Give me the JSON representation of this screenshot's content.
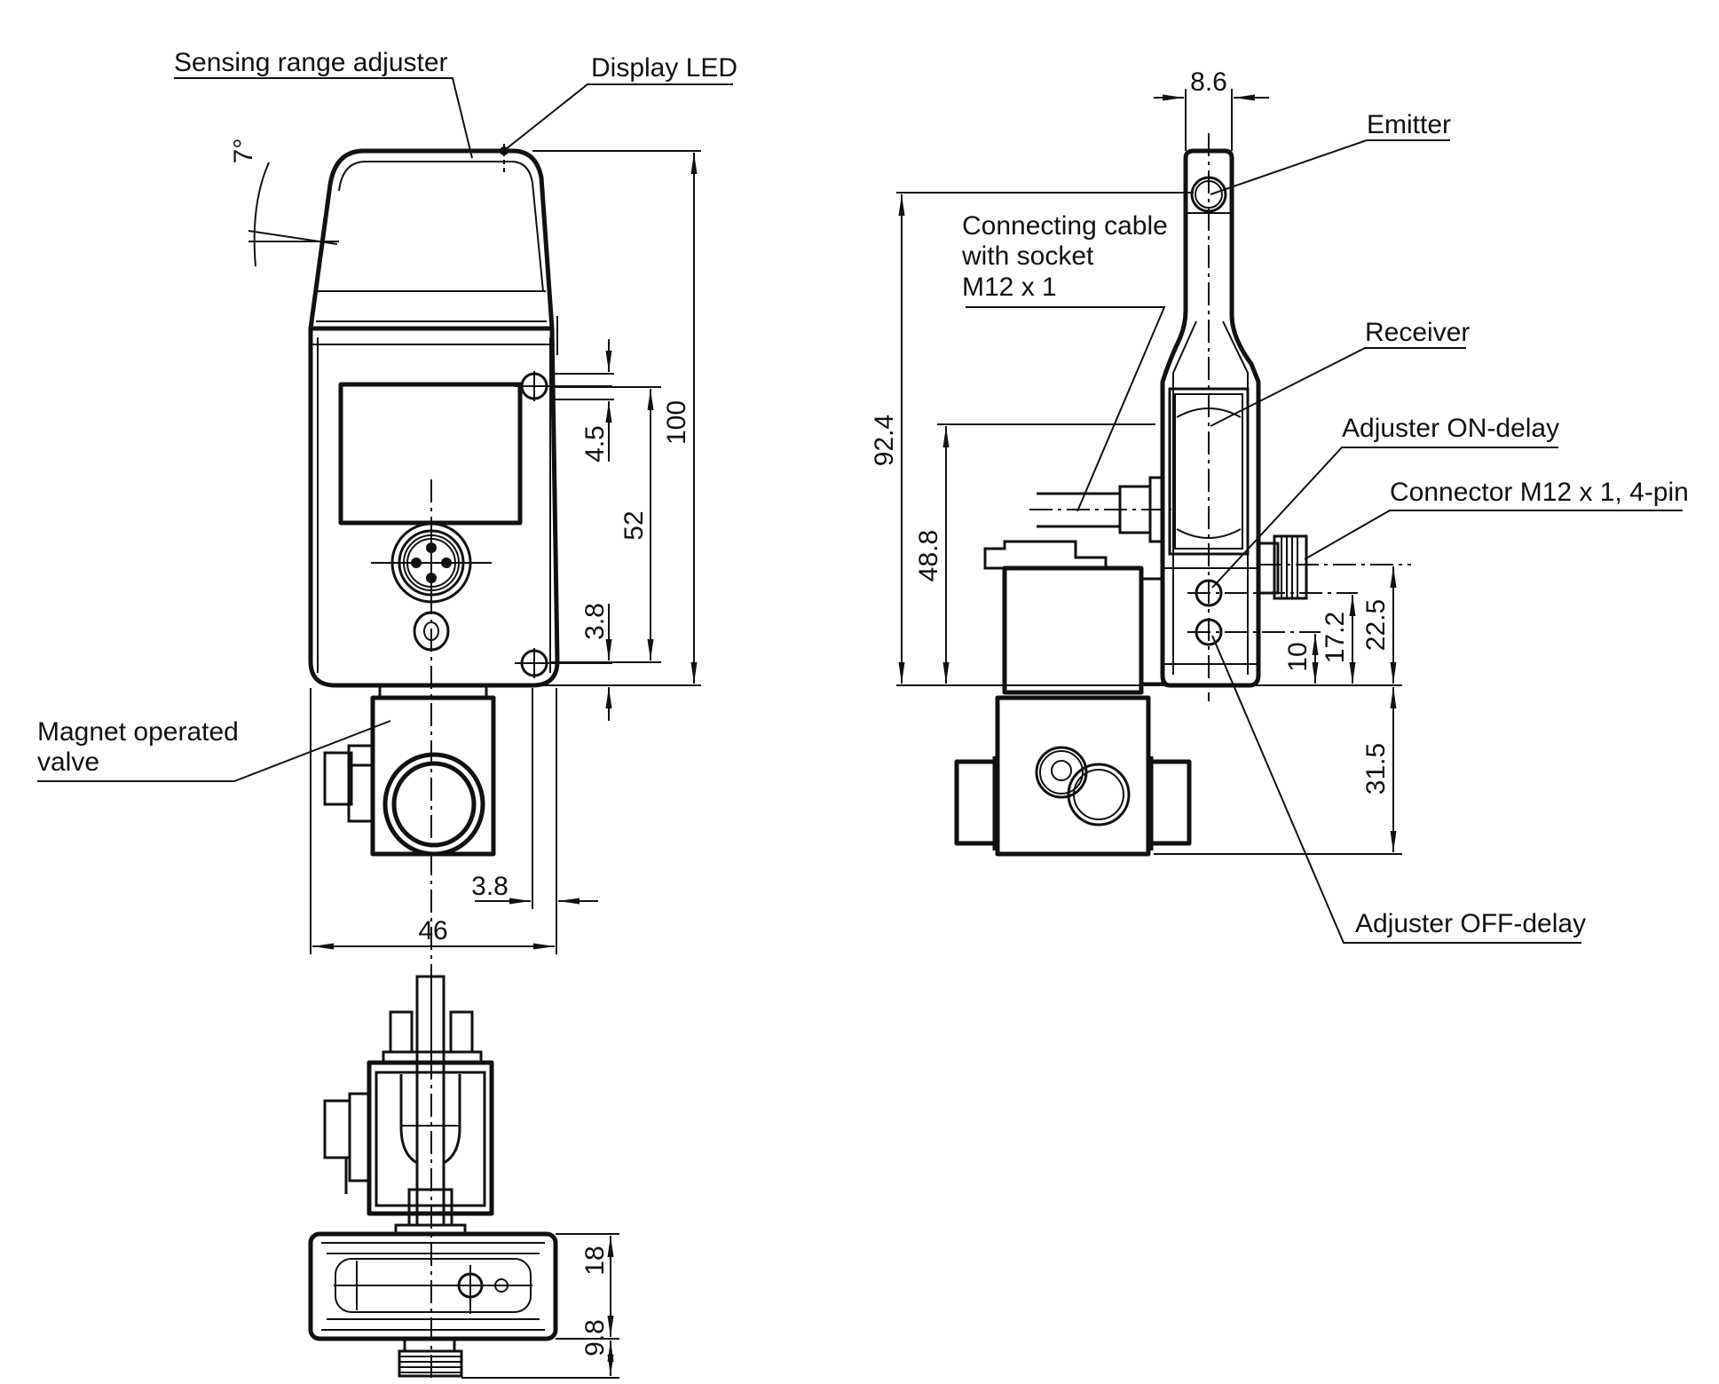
{
  "title": "Dimension drawing: optical sensor with magnet operated valve",
  "colors": {
    "line": "#111111",
    "background": "#ffffff"
  },
  "callouts": {
    "sensing_range_adjuster": "Sensing range adjuster",
    "display_led": "Display LED",
    "magnet_valve_line1": "Magnet operated",
    "magnet_valve_line2": "valve",
    "emitter": "Emitter",
    "cable_line1": "Connecting cable",
    "cable_line2": "with socket",
    "cable_line3": "M12 x 1",
    "receiver": "Receiver",
    "adjuster_on_delay": "Adjuster ON-delay",
    "connector": "Connector M12 x 1, 4-pin",
    "adjuster_off_delay": "Adjuster OFF-delay"
  },
  "front_view_dimensions": {
    "angle": "7°",
    "total_height": "100",
    "hole_offset_top": "4.5",
    "hole_spacing": "52",
    "hole_offset_bottom": "3.8",
    "hole_offset_side": "3.8",
    "width": "46"
  },
  "side_view_dimensions": {
    "emitter_width": "8.6",
    "emitter_height": "92.4",
    "cable_height": "48.8",
    "connector_height": "22.5",
    "on_delay_height": "17.2",
    "off_delay_height": "10",
    "valve_height": "31.5"
  },
  "bottom_view_dimensions": {
    "body_depth": "18",
    "connector_length": "9.8"
  }
}
